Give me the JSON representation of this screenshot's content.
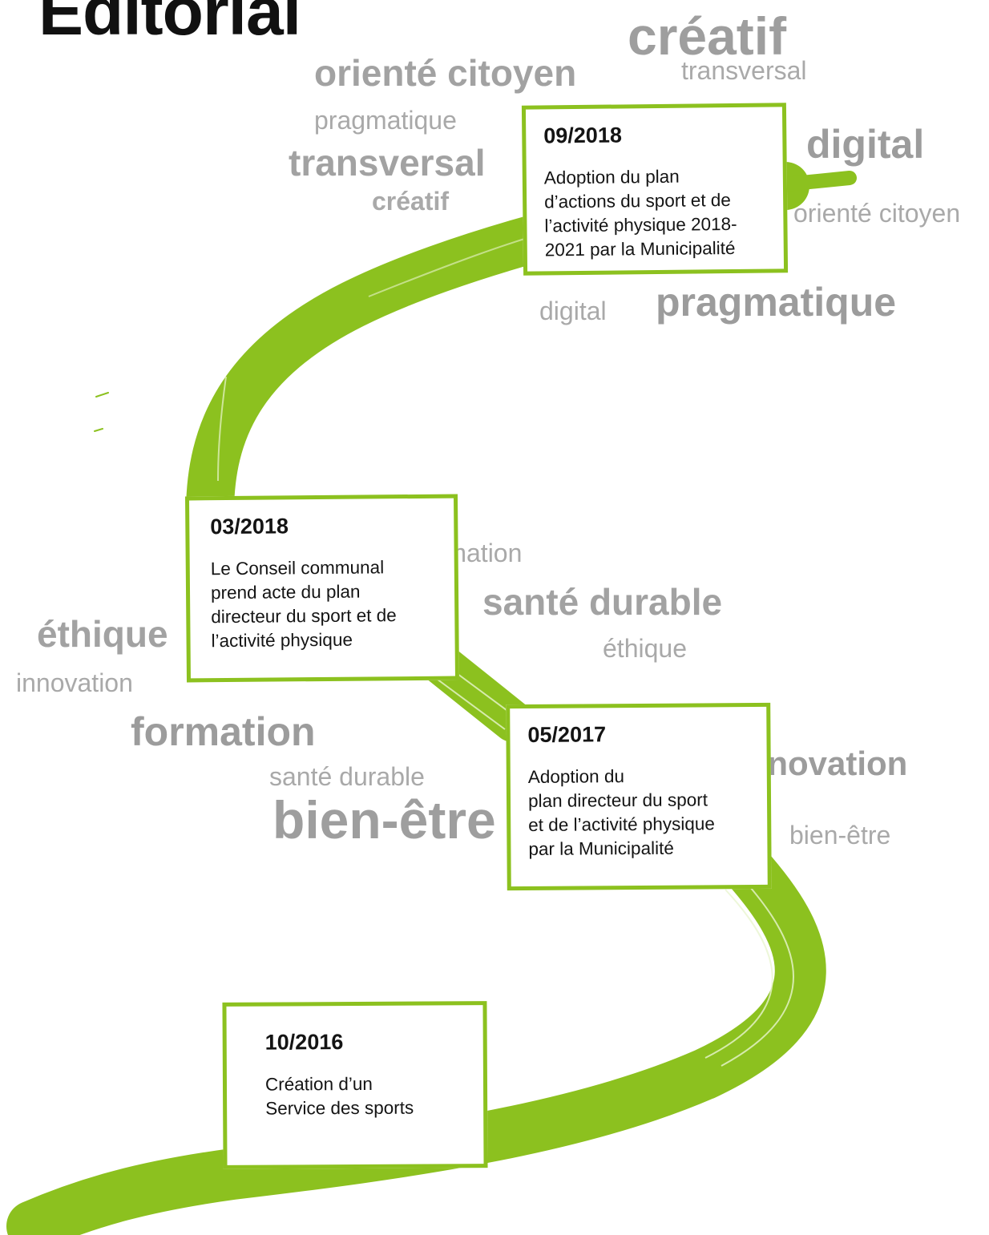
{
  "title": "Editorial",
  "colors": {
    "road": "#8cc11f",
    "words": "#a0a0a0",
    "text": "#141414"
  },
  "milestones": [
    {
      "date": "09/2018",
      "text": "Adoption du plan\nd’actions du sport et de\nl’activité physique 2018-\n2021 par la Municipalité"
    },
    {
      "date": "03/2018",
      "text": "Le Conseil communal\nprend acte du plan\ndirecteur du sport et de\nl’activité physique"
    },
    {
      "date": "05/2017",
      "text": "Adoption du\nplan directeur du sport\net de l’activité physique\npar la Municipalité"
    },
    {
      "date": "10/2016",
      "text": "Création  d’un\nService des sports"
    }
  ],
  "words": [
    "créatif",
    "orienté citoyen",
    "transversal",
    "pragmatique",
    "transversal",
    "créatif",
    "digital",
    "orienté citoyen",
    "digital",
    "pragmatique",
    "formation",
    "santé durable",
    "éthique",
    "éthique",
    "innovation",
    "formation",
    "santé durable",
    "bien-être",
    "innovation",
    "bien-être"
  ]
}
